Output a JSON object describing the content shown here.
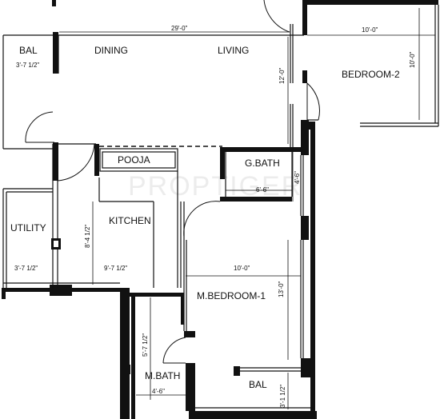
{
  "rooms": {
    "bal_top": "BAL",
    "dining": "DINING",
    "living": "LIVING",
    "bedroom2": "BEDROOM-2",
    "pooja": "POOJA",
    "gbath": "G.BATH",
    "utility": "UTILITY",
    "kitchen": "KITCHEN",
    "mbedroom1": "M.BEDROOM-1",
    "mbath": "M.BATH",
    "bal_bottom": "BAL"
  },
  "dimensions": {
    "living_width": "29'-0\"",
    "bal_top_width": "3'-7 1/2\"",
    "living_depth": "12'-0\"",
    "bedroom2_width": "10'-0\"",
    "bedroom2_depth": "10'-0\"",
    "gbath_width": "6'-6\"",
    "gbath_depth": "4'-6\"",
    "kitchen_depth": "8'-4 1/2\"",
    "utility_width": "3'-7 1/2\"",
    "kitchen_width": "9'-7 1/2\"",
    "mbedroom1_width": "10'-0\"",
    "mbedroom1_depth": "13'-0\"",
    "mbath_depth": "5'-7 1/2\"",
    "mbath_width": "4'-6\"",
    "bal_bottom_depth": "3'-1 1/2\""
  },
  "watermark": "PROPTIGER"
}
